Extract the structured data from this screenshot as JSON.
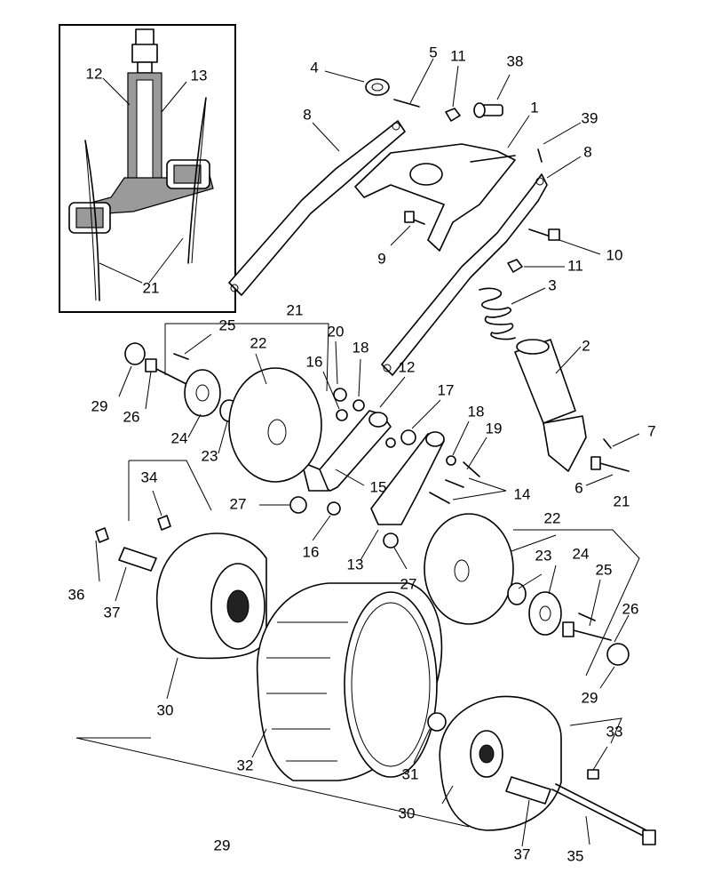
{
  "callouts": [
    {
      "id": "c-12-inset",
      "text": "12"
    },
    {
      "id": "c-13-inset",
      "text": "13"
    },
    {
      "id": "c-21-inset",
      "text": "21"
    },
    {
      "id": "c-4",
      "text": "4"
    },
    {
      "id": "c-5",
      "text": "5"
    },
    {
      "id": "c-11-top",
      "text": "11"
    },
    {
      "id": "c-38",
      "text": "38"
    },
    {
      "id": "c-1",
      "text": "1"
    },
    {
      "id": "c-39",
      "text": "39"
    },
    {
      "id": "c-8-left",
      "text": "8"
    },
    {
      "id": "c-8-right",
      "text": "8"
    },
    {
      "id": "c-9",
      "text": "9"
    },
    {
      "id": "c-10",
      "text": "10"
    },
    {
      "id": "c-11-mid",
      "text": "11"
    },
    {
      "id": "c-3",
      "text": "3"
    },
    {
      "id": "c-2",
      "text": "2"
    },
    {
      "id": "c-7",
      "text": "7"
    },
    {
      "id": "c-6",
      "text": "6"
    },
    {
      "id": "c-21-left",
      "text": "21"
    },
    {
      "id": "c-25-left",
      "text": "25"
    },
    {
      "id": "c-22-left",
      "text": "22"
    },
    {
      "id": "c-20",
      "text": "20"
    },
    {
      "id": "c-18-left",
      "text": "18"
    },
    {
      "id": "c-16-upper",
      "text": "16"
    },
    {
      "id": "c-12-main",
      "text": "12"
    },
    {
      "id": "c-17",
      "text": "17"
    },
    {
      "id": "c-18-right",
      "text": "18"
    },
    {
      "id": "c-19",
      "text": "19"
    },
    {
      "id": "c-29-upper",
      "text": "29"
    },
    {
      "id": "c-26-left",
      "text": "26"
    },
    {
      "id": "c-24-left",
      "text": "24"
    },
    {
      "id": "c-23-left",
      "text": "23"
    },
    {
      "id": "c-15",
      "text": "15"
    },
    {
      "id": "c-14",
      "text": "14"
    },
    {
      "id": "c-27-left",
      "text": "27"
    },
    {
      "id": "c-16-lower",
      "text": "16"
    },
    {
      "id": "c-13-main",
      "text": "13"
    },
    {
      "id": "c-27-right",
      "text": "27"
    },
    {
      "id": "c-34",
      "text": "34"
    },
    {
      "id": "c-36",
      "text": "36"
    },
    {
      "id": "c-37-left",
      "text": "37"
    },
    {
      "id": "c-22-right",
      "text": "22"
    },
    {
      "id": "c-21-right",
      "text": "21"
    },
    {
      "id": "c-23-right",
      "text": "23"
    },
    {
      "id": "c-24-right",
      "text": "24"
    },
    {
      "id": "c-25-right",
      "text": "25"
    },
    {
      "id": "c-26-right",
      "text": "26"
    },
    {
      "id": "c-29-right",
      "text": "29"
    },
    {
      "id": "c-30-left",
      "text": "30"
    },
    {
      "id": "c-32",
      "text": "32"
    },
    {
      "id": "c-31",
      "text": "31"
    },
    {
      "id": "c-30-right",
      "text": "30"
    },
    {
      "id": "c-33",
      "text": "33"
    },
    {
      "id": "c-29-bottom",
      "text": "29"
    },
    {
      "id": "c-37-bottom",
      "text": "37"
    },
    {
      "id": "c-35",
      "text": "35"
    }
  ]
}
